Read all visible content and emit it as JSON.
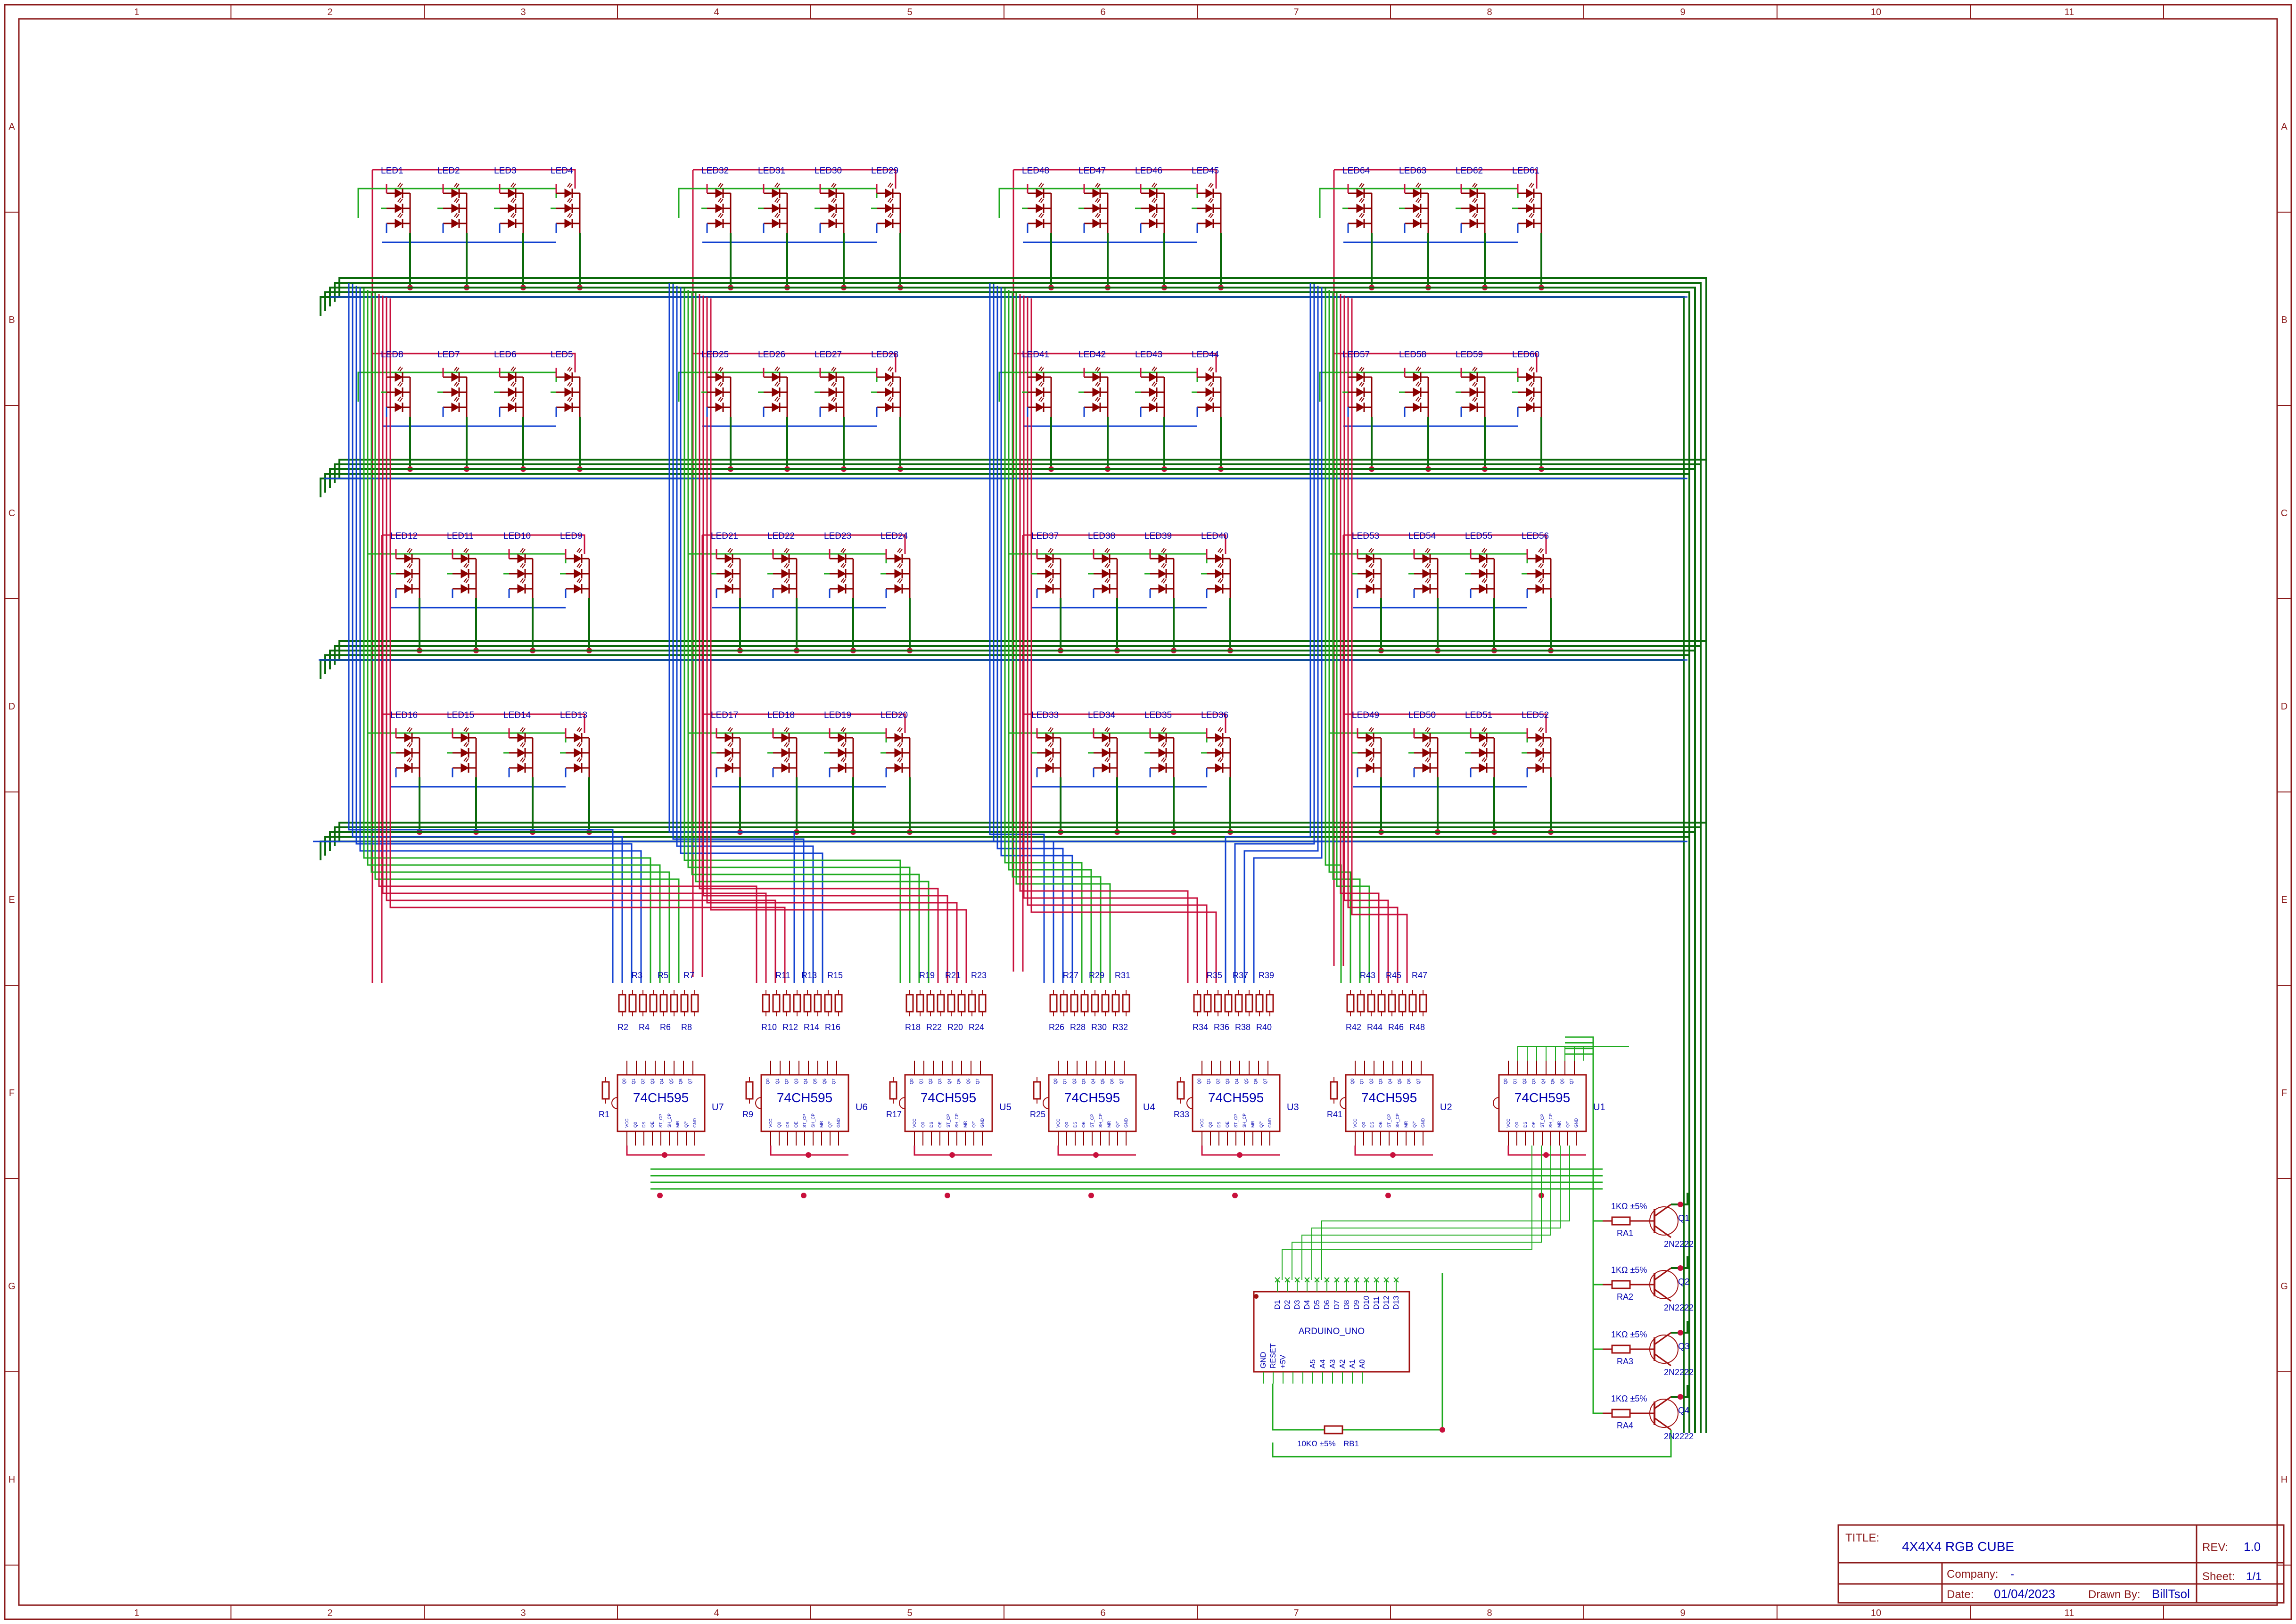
{
  "frame": {
    "columns": [
      "1",
      "2",
      "3",
      "4",
      "5",
      "6",
      "7",
      "8",
      "9",
      "10",
      "11"
    ],
    "rows": [
      "A",
      "B",
      "C",
      "D",
      "E",
      "F",
      "G",
      "H"
    ]
  },
  "title_block": {
    "title_label": "TITLE:",
    "title": "4X4X4 RGB CUBE",
    "rev_label": "REV:",
    "rev": "1.0",
    "company_label": "Company:",
    "company": "-",
    "sheet_label": "Sheet:",
    "sheet": "1/1",
    "date_label": "Date:",
    "date": "01/04/2023",
    "drawn_label": "Drawn By:",
    "drawn_by": "BillTsol"
  },
  "led_grid": [
    [
      [
        "LED1",
        "LED2",
        "LED3",
        "LED4"
      ],
      [
        "LED32",
        "LED31",
        "LED30",
        "LED29"
      ],
      [
        "LED48",
        "LED47",
        "LED46",
        "LED45"
      ],
      [
        "LED64",
        "LED63",
        "LED62",
        "LED61"
      ]
    ],
    [
      [
        "LED8",
        "LED7",
        "LED6",
        "LED5"
      ],
      [
        "LED25",
        "LED26",
        "LED27",
        "LED28"
      ],
      [
        "LED41",
        "LED42",
        "LED43",
        "LED44"
      ],
      [
        "LED57",
        "LED58",
        "LED59",
        "LED60"
      ]
    ],
    [
      [
        "LED12",
        "LED11",
        "LED10",
        "LED9"
      ],
      [
        "LED21",
        "LED22",
        "LED23",
        "LED24"
      ],
      [
        "LED37",
        "LED38",
        "LED39",
        "LED40"
      ],
      [
        "LED53",
        "LED54",
        "LED55",
        "LED56"
      ]
    ],
    [
      [
        "LED16",
        "LED15",
        "LED14",
        "LED13"
      ],
      [
        "LED17",
        "LED18",
        "LED19",
        "LED20"
      ],
      [
        "LED33",
        "LED34",
        "LED35",
        "LED36"
      ],
      [
        "LED49",
        "LED50",
        "LED51",
        "LED52"
      ]
    ]
  ],
  "shift_registers": [
    {
      "ref": "U7",
      "part": "74CH595",
      "rin": "R1",
      "rtop": [
        "R3",
        "R5",
        "R7"
      ],
      "rbot": [
        "R2",
        "R4",
        "R6",
        "R8"
      ]
    },
    {
      "ref": "U6",
      "part": "74CH595",
      "rin": "R9",
      "rtop": [
        "R11",
        "R13",
        "R15"
      ],
      "rbot": [
        "R10",
        "R12",
        "R14",
        "R16"
      ]
    },
    {
      "ref": "U5",
      "part": "74CH595",
      "rin": "R17",
      "rtop": [
        "R19",
        "R21",
        "R23"
      ],
      "rbot": [
        "R18",
        "R22",
        "R20",
        "R24"
      ]
    },
    {
      "ref": "U4",
      "part": "74CH595",
      "rin": "R25",
      "rtop": [
        "R27",
        "R29",
        "R31"
      ],
      "rbot": [
        "R26",
        "R28",
        "R30",
        "R32"
      ]
    },
    {
      "ref": "U3",
      "part": "74CH595",
      "rin": "R33",
      "rtop": [
        "R35",
        "R37",
        "R39"
      ],
      "rbot": [
        "R34",
        "R36",
        "R38",
        "R40"
      ]
    },
    {
      "ref": "U2",
      "part": "74CH595",
      "rin": "R41",
      "rtop": [
        "R43",
        "R45",
        "R47"
      ],
      "rbot": [
        "R42",
        "R44",
        "R46",
        "R48"
      ]
    },
    {
      "ref": "U1",
      "part": "74CH595",
      "rin": "",
      "rtop": [],
      "rbot": []
    }
  ],
  "transistors": [
    {
      "ref": "Q1",
      "part": "2N2222",
      "res": "RA1",
      "value": "1KΩ ±5%"
    },
    {
      "ref": "Q2",
      "part": "2N2222",
      "res": "RA2",
      "value": "1KΩ ±5%"
    },
    {
      "ref": "Q3",
      "part": "2N2222",
      "res": "RA3",
      "value": "1KΩ ±5%"
    },
    {
      "ref": "Q4",
      "part": "2N2222",
      "res": "RA4",
      "value": "1KΩ ±5%"
    }
  ],
  "arduino": {
    "name": "ARDUINO_UNO",
    "top_pins": [
      "D1",
      "D2",
      "D3",
      "D4",
      "D5",
      "D6",
      "D7",
      "D8",
      "D9",
      "D10",
      "D11",
      "D12",
      "D13"
    ],
    "bottom_pins": [
      "GND",
      "RESET",
      "+5V",
      "",
      "",
      "A5",
      "A4",
      "A3",
      "A2",
      "A1",
      "A0"
    ]
  },
  "rb1": {
    "ref": "RB1",
    "value": "10KΩ ±5%"
  },
  "ic_pins": [
    "VCC",
    "Q0",
    "DS",
    "OE",
    "ST_CP",
    "SH_CP",
    "MR",
    "Q7'",
    "GND"
  ],
  "colors": {
    "frame": "#8b1a1a",
    "red_net": "#c8103c",
    "green_net": "#1faa1f",
    "blue_net": "#1040d0",
    "dark_green": "#0b6a0b",
    "led": "#8b0000",
    "label": "#0000b0",
    "part_outline": "#a01010"
  }
}
